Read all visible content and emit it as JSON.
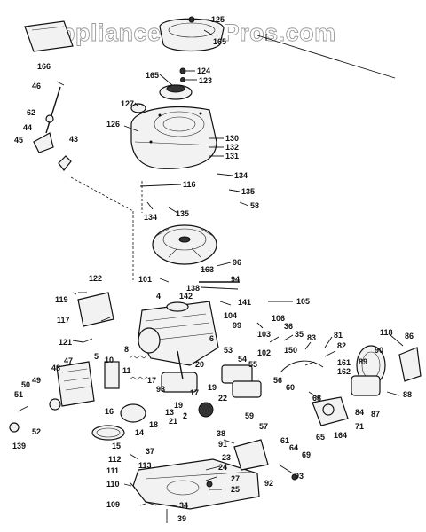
{
  "watermark": "AppliancePartsPros.com",
  "labels": {
    "l125": "125",
    "l165a": "165",
    "l166": "166",
    "l124": "124",
    "l123": "123",
    "l165b": "165",
    "l46": "46",
    "l127": "127",
    "l126": "126",
    "l62": "62",
    "l44": "44",
    "l45": "45",
    "l43": "43",
    "l130": "130",
    "l132": "132",
    "l131": "131",
    "l134a": "134",
    "l116": "116",
    "l135a": "135",
    "l58": "58",
    "l134b": "134",
    "l135b": "135",
    "l96": "96",
    "l163": "163",
    "l94": "94",
    "l101": "101",
    "l122": "122",
    "l138": "138",
    "l141": "141",
    "l119": "119",
    "l142": "142",
    "l105": "105",
    "l4": "4",
    "l117": "117",
    "l104": "104",
    "l106": "106",
    "l99": "99",
    "l36": "36",
    "l103": "103",
    "l83": "83",
    "l81": "81",
    "l118": "118",
    "l86": "86",
    "l121": "121",
    "l35": "35",
    "l82": "82",
    "l6": "6",
    "l150": "150",
    "l90": "90",
    "l53": "53",
    "l102": "102",
    "l89": "89",
    "l8": "8",
    "l5": "5",
    "l10": "10",
    "l161": "161",
    "l162": "162",
    "l47": "47",
    "l48": "48",
    "l54": "54",
    "l55": "55",
    "l20": "20",
    "l11": "11",
    "l17a": "17",
    "l98": "98",
    "l19a": "19",
    "l56": "56",
    "l60": "60",
    "l88": "88",
    "l50": "50",
    "l49": "49",
    "l51": "51",
    "l16": "16",
    "l17b": "17",
    "l22": "22",
    "l19b": "19",
    "l68": "68",
    "l13": "13",
    "l2": "2",
    "l18": "18",
    "l21": "21",
    "l59": "59",
    "l57": "57",
    "l84": "84",
    "l87": "87",
    "l15": "15",
    "l14": "14",
    "l52": "52",
    "l139": "139",
    "l38": "38",
    "l65": "65",
    "l164": "164",
    "l71": "71",
    "l61": "61",
    "l64": "64",
    "l69": "69",
    "l91": "91",
    "l37": "37",
    "l112": "112",
    "l23": "23",
    "l113": "113",
    "l24": "24",
    "l111": "111",
    "l93": "93",
    "l27": "27",
    "l110": "110",
    "l25": "25",
    "l92": "92",
    "l109": "109",
    "l34": "34",
    "l39": "39"
  }
}
